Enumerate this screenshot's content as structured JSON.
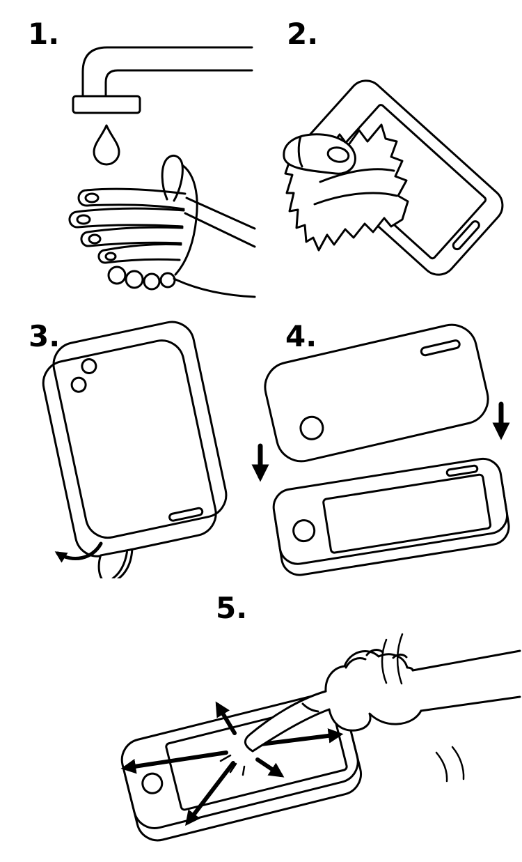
{
  "document": {
    "type": "instruction-diagram",
    "background_color": "#ffffff",
    "line_color": "#000000"
  },
  "steps": [
    {
      "label": "1.",
      "illustration": "wash-hands-under-faucet"
    },
    {
      "label": "2.",
      "illustration": "wipe-phone-screen-with-cloth"
    },
    {
      "label": "3.",
      "illustration": "peel-backing-film-from-protector"
    },
    {
      "label": "4.",
      "illustration": "align-protector-over-phone"
    },
    {
      "label": "5.",
      "illustration": "press-center-and-smooth-outward"
    }
  ]
}
